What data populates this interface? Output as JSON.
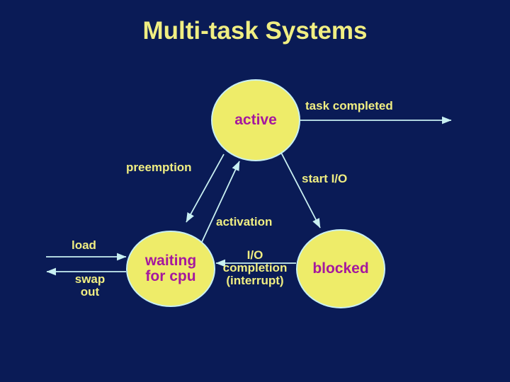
{
  "slide": {
    "title": "Multi-task Systems",
    "background_color": "#0a1b56",
    "title_color": "#f0ee82",
    "node_fill_color": "#eeec69",
    "node_text_color": "#a5189e",
    "edge_color": "#c9f0f2",
    "label_color": "#f0ee82"
  },
  "nodes": [
    {
      "id": "active",
      "label": "active"
    },
    {
      "id": "waiting",
      "label": "waiting\nfor cpu",
      "line1": "waiting",
      "line2": "for cpu"
    },
    {
      "id": "blocked",
      "label": "blocked"
    }
  ],
  "edge_labels": {
    "task_completed": "task completed",
    "preemption": "preemption",
    "start_io": "start I/O",
    "activation": "activation",
    "load": "load",
    "swap_out_line1": "swap",
    "swap_out_line2": "out",
    "io_completion_line1": "I/O",
    "io_completion_line2": "completion",
    "io_completion_line3": "(interrupt)"
  }
}
